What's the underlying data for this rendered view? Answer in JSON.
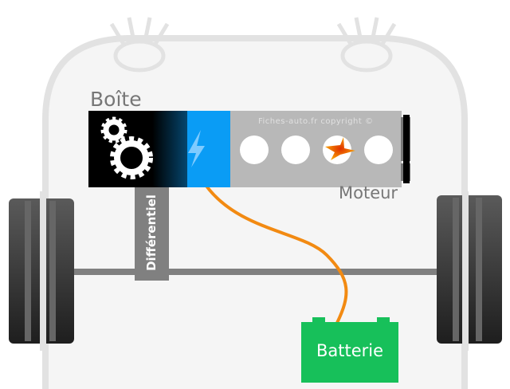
{
  "labels": {
    "gearbox": "Boîte",
    "engine": "Moteur",
    "differential": "Différentiel",
    "battery": "Batterie",
    "watermark": "Fiches-auto.fr copyright ©"
  },
  "colors": {
    "gearbox_blue": "#0a9cf5",
    "engine_gray": "#b8b8b8",
    "battery_green": "#17c05a",
    "wire_orange": "#f28a12",
    "axle_gray": "#808080"
  },
  "icons": [
    "gears-icon",
    "lightning-icon",
    "cylinder-spark-icon"
  ]
}
